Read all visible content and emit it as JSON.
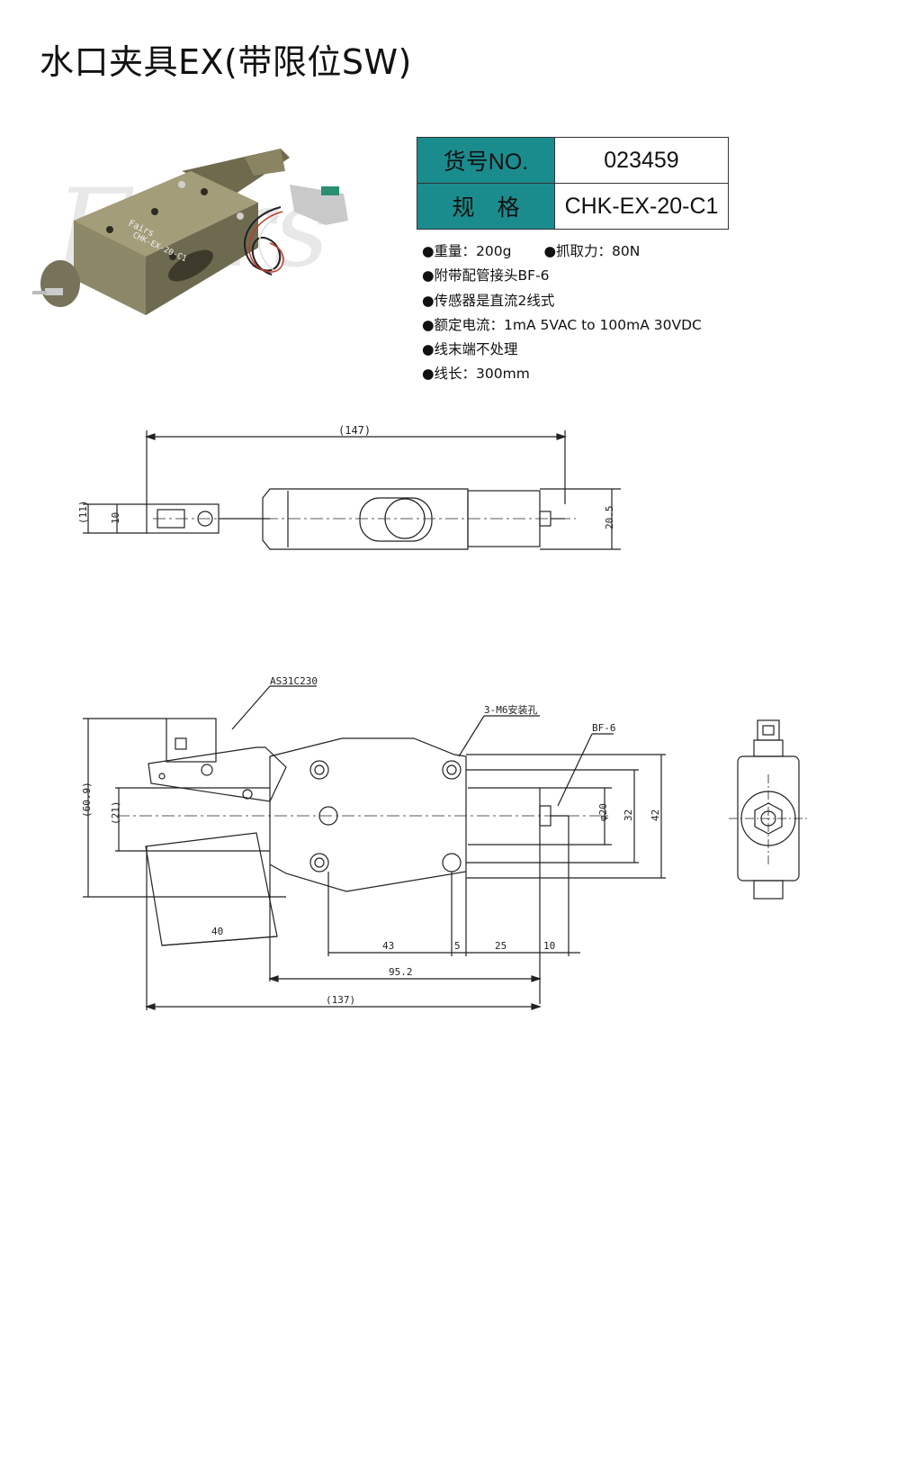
{
  "title": "水口夹具EX(带限位SW)",
  "spec_table": {
    "item_no_label": "货号NO.",
    "item_no_value": "023459",
    "model_label": "规　格",
    "model_value": "CHK-EX-20-C1",
    "header_color": "#1b8c8d"
  },
  "features": {
    "weight": "●重量：200g",
    "grip_force": "●抓取力：80N",
    "fitting": "●附带配管接头BF-6",
    "sensor": "●传感器是直流2线式",
    "rated_current": "●额定电流：1mA 5VAC to 100mA 30VDC",
    "wire_end": "●线末端不处理",
    "wire_length": "●线长：300mm"
  },
  "photo": {
    "brand_text": "Fairs",
    "model_engraving": "CHK-EX-20-C1",
    "watermark": "Fairs"
  },
  "drawing_top": {
    "dim_overall": "(147)",
    "dim_height_outer": "(11)",
    "dim_height_inner": "10",
    "dim_right": "20.5"
  },
  "drawing_side": {
    "switch_label": "AS31C230",
    "mount_label": "3-M6安装孔",
    "fitting_label": "BF-6",
    "dim_total_height": "(60.9)",
    "dim_body_height": "(21)",
    "dim_dia": "φ20",
    "dim_32": "32",
    "dim_42": "42",
    "dim_40": "40",
    "dim_43": "43",
    "dim_5": "5",
    "dim_25": "25",
    "dim_10": "10",
    "dim_95": "95.2",
    "dim_137": "(137)"
  }
}
